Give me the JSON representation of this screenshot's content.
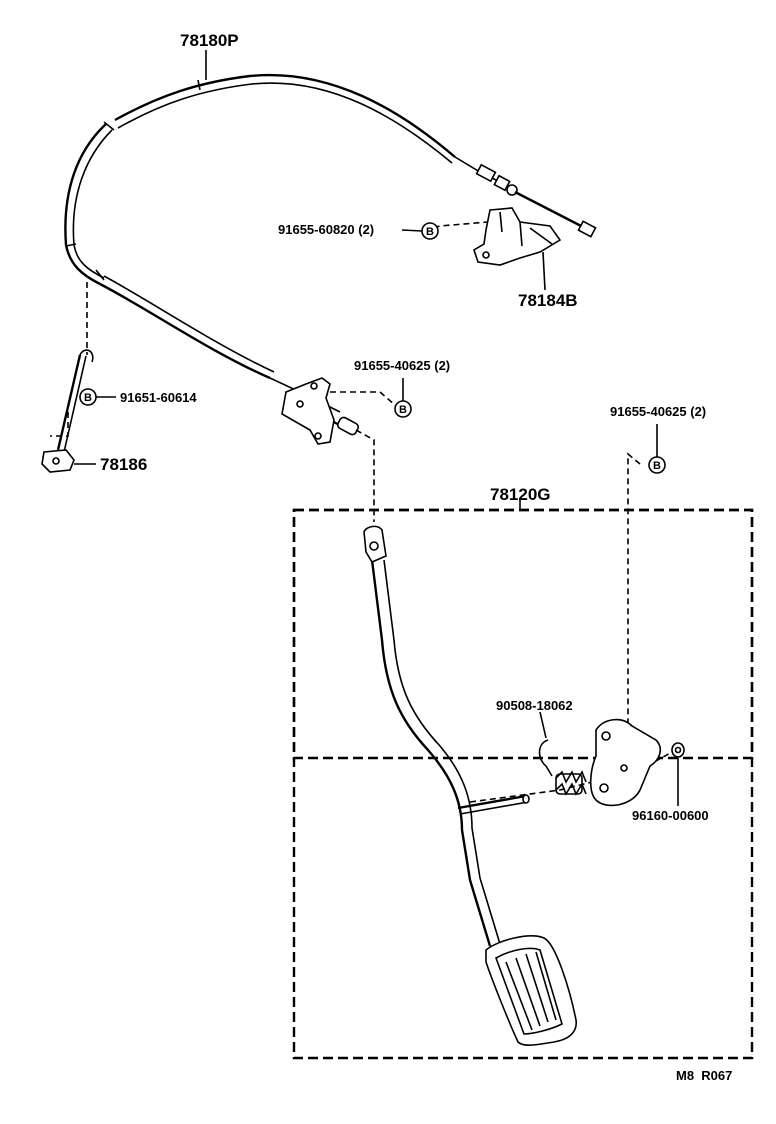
{
  "labels": {
    "cable": "78180P",
    "bracket": "78184B",
    "clamp": "78186",
    "pedal_assy": "78120G",
    "bolt_bracket": "91655-60820 (2)",
    "bolt_cable": "91655-40625 (2)",
    "bolt_clamp": "91651-60614",
    "bolt_pedal": "91655-40625 (2)",
    "spring": "90508-18062",
    "nut": "96160-00600",
    "footer": "M8  R067"
  },
  "markers": {
    "bolt_symbol": "B"
  }
}
